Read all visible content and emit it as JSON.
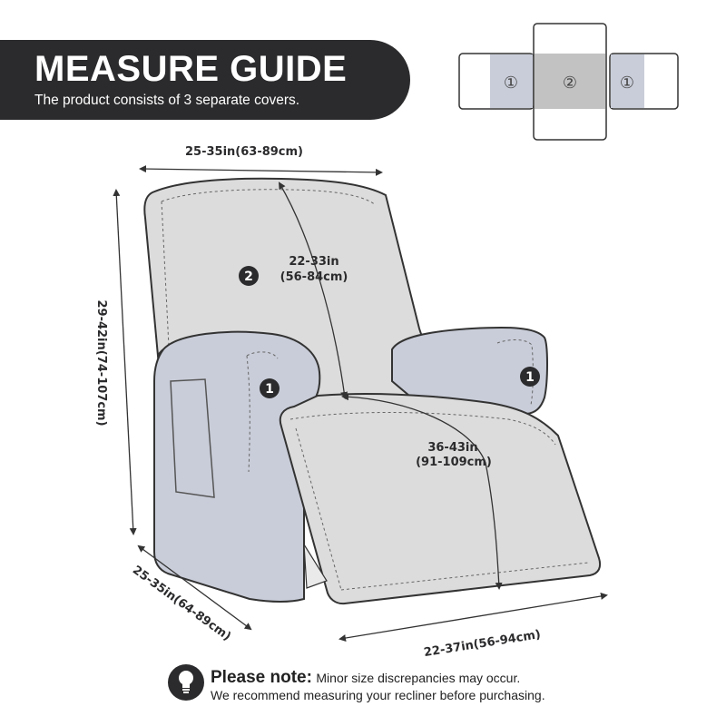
{
  "header": {
    "title": "MEASURE GUIDE",
    "subtitle": "The product consists of 3 separate covers."
  },
  "layout_key": {
    "part_1": "①",
    "part_2": "②",
    "part_3": "①"
  },
  "labels": {
    "part_backrest": "2",
    "part_arm_left": "1",
    "part_arm_right": "1"
  },
  "dimensions": {
    "backrest_width": "25-35in(63-89cm)",
    "total_height": "29-42in(74-107cm)",
    "backrest_height_in": "22-33in",
    "backrest_height_cm": "(56-84cm)",
    "seat_length_in": "36-43in",
    "seat_length_cm": "(91-109cm)",
    "arm_depth": "25-35in(64-89cm)",
    "seat_width": "22-37in(56-94cm)"
  },
  "note": {
    "heading": "Please note:",
    "line1": "Minor size discrepancies may occur.",
    "line2": "We recommend measuring your recliner before purchasing."
  },
  "colors": {
    "banner": "#2b2b2d",
    "backrest_fill": "#dcdcdc",
    "arm_fill": "#c9cdd9",
    "outline": "#333333"
  },
  "icons": [
    "lightbulb-icon"
  ]
}
